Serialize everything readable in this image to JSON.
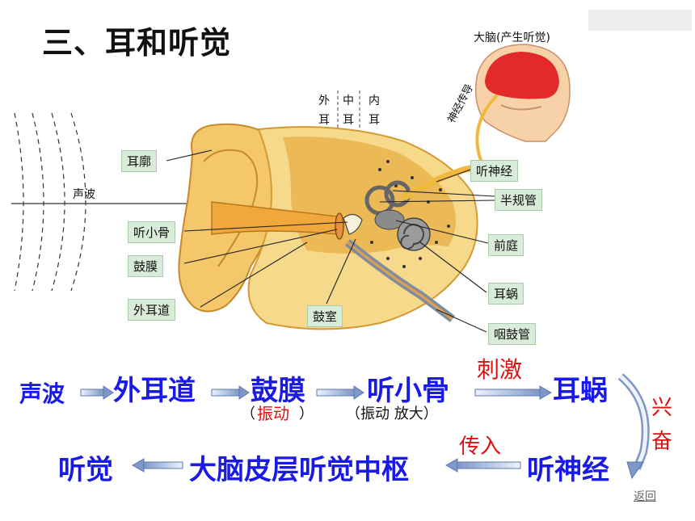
{
  "title": "三、耳和听觉",
  "diagram": {
    "brain_label": "大脑(产生听觉)",
    "nerve_label": "神经传导",
    "region_outer": [
      "外",
      "耳"
    ],
    "region_middle": [
      "中",
      "耳"
    ],
    "region_inner": [
      "内",
      "耳"
    ],
    "sound_label": "声波",
    "labels": {
      "pinna": "耳廓",
      "ossicles": "听小骨",
      "eardrum": "鼓膜",
      "ear_canal": "外耳道",
      "tympanic_cavity": "鼓室",
      "auditory_nerve": "听神经",
      "semicircular": "半规管",
      "vestibule": "前庭",
      "cochlea": "耳蜗",
      "eustachian": "咽鼓管"
    }
  },
  "flow": {
    "sound": "声波",
    "canal": "外耳道",
    "eardrum": "鼓膜",
    "ossicles": "听小骨",
    "cochlea": "耳蜗",
    "nerve": "听神经",
    "cortex": "大脑皮层听觉中枢",
    "hearing": "听觉",
    "stimulus": "刺激",
    "excite1": "兴",
    "excite2": "奋",
    "transmit": "传入",
    "vib_open": "（",
    "vib_word": "振动",
    "vib_close": "）",
    "vib_amp": "（振动 放大）"
  },
  "nav": {
    "back": "返回"
  },
  "colors": {
    "flow_text": "#1a1ae6",
    "accent_red": "#e01010",
    "label_bg": "#d9ecd9"
  }
}
